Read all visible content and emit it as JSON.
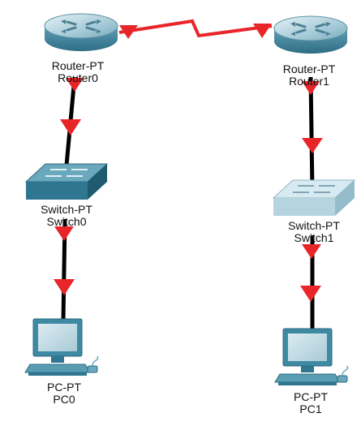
{
  "colors": {
    "wan_link": "#e8262a",
    "lan_link": "#000000",
    "link_status": "#e8262a",
    "router_body": "#4f8fa6",
    "switch0_body": "#3a7f98",
    "switch1_body": "#a9cdd9",
    "pc_body": "#3f8aa3"
  },
  "devices": {
    "router0": {
      "type_label": "Router-PT",
      "name": "Router0",
      "icon": "router-icon"
    },
    "router1": {
      "type_label": "Router-PT",
      "name": "Router1",
      "icon": "router-icon"
    },
    "switch0": {
      "type_label": "Switch-PT",
      "name": "Switch0",
      "icon": "switch-icon"
    },
    "switch1": {
      "type_label": "Switch-PT",
      "name": "Switch1",
      "icon": "switch-icon"
    },
    "pc0": {
      "type_label": "PC-PT",
      "name": "PC0",
      "icon": "pc-icon"
    },
    "pc1": {
      "type_label": "PC-PT",
      "name": "PC1",
      "icon": "pc-icon"
    }
  },
  "links": [
    {
      "from": "router0",
      "to": "router1",
      "kind": "serial",
      "status": "down"
    },
    {
      "from": "router0",
      "to": "switch0",
      "kind": "copper",
      "status": "down"
    },
    {
      "from": "switch0",
      "to": "pc0",
      "kind": "copper",
      "status": "down"
    },
    {
      "from": "router1",
      "to": "switch1",
      "kind": "copper",
      "status": "down"
    },
    {
      "from": "switch1",
      "to": "pc1",
      "kind": "copper",
      "status": "down"
    }
  ]
}
